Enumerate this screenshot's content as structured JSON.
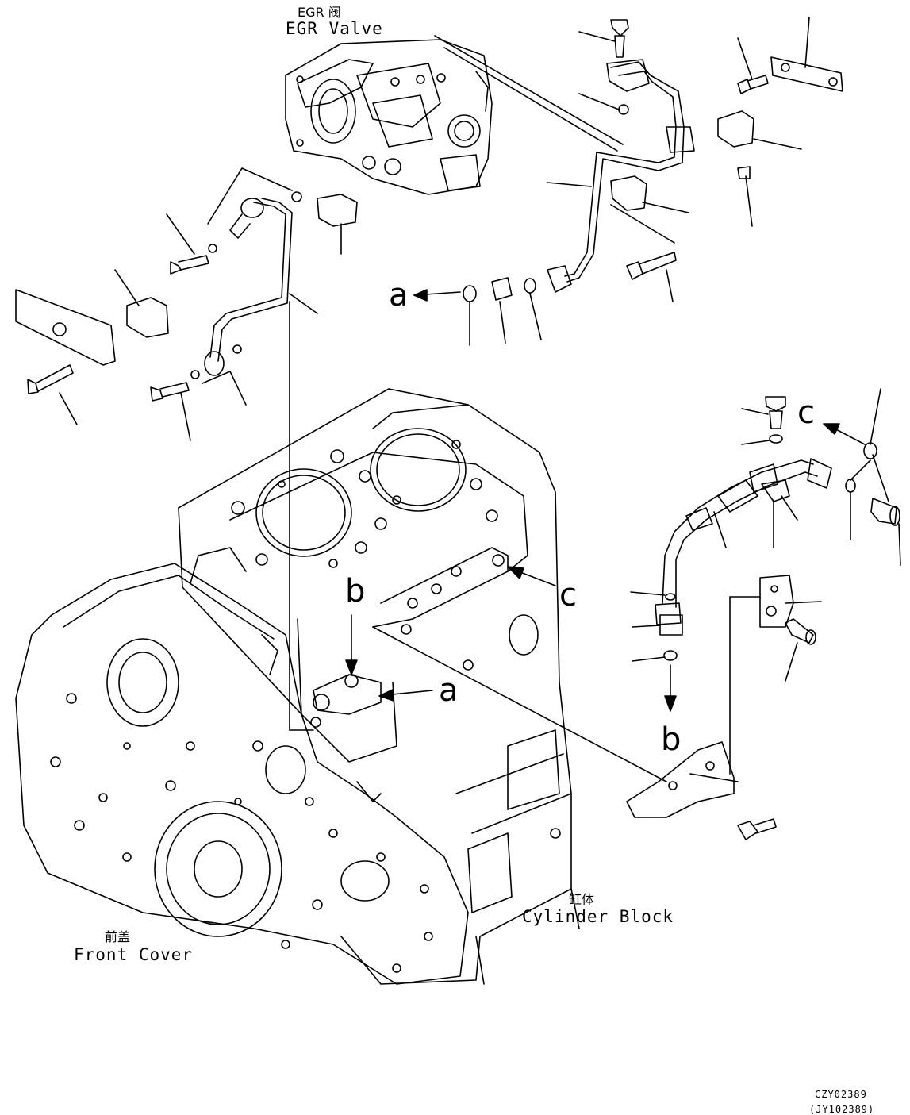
{
  "labels": {
    "egr_valve_cn": "EGR 阀",
    "egr_valve_en": "EGR Valve",
    "cylinder_block_cn": "缸体",
    "cylinder_block_en": "Cylinder Block",
    "front_cover_cn": "前盖",
    "front_cover_en": "Front Cover"
  },
  "references": {
    "a_left": "a",
    "a_right": "a",
    "b_top": "b",
    "b_bottom": "b",
    "c_left": "c",
    "c_right": "c"
  },
  "codes": {
    "primary": "CZY02389",
    "secondary": "(JY102389)"
  }
}
